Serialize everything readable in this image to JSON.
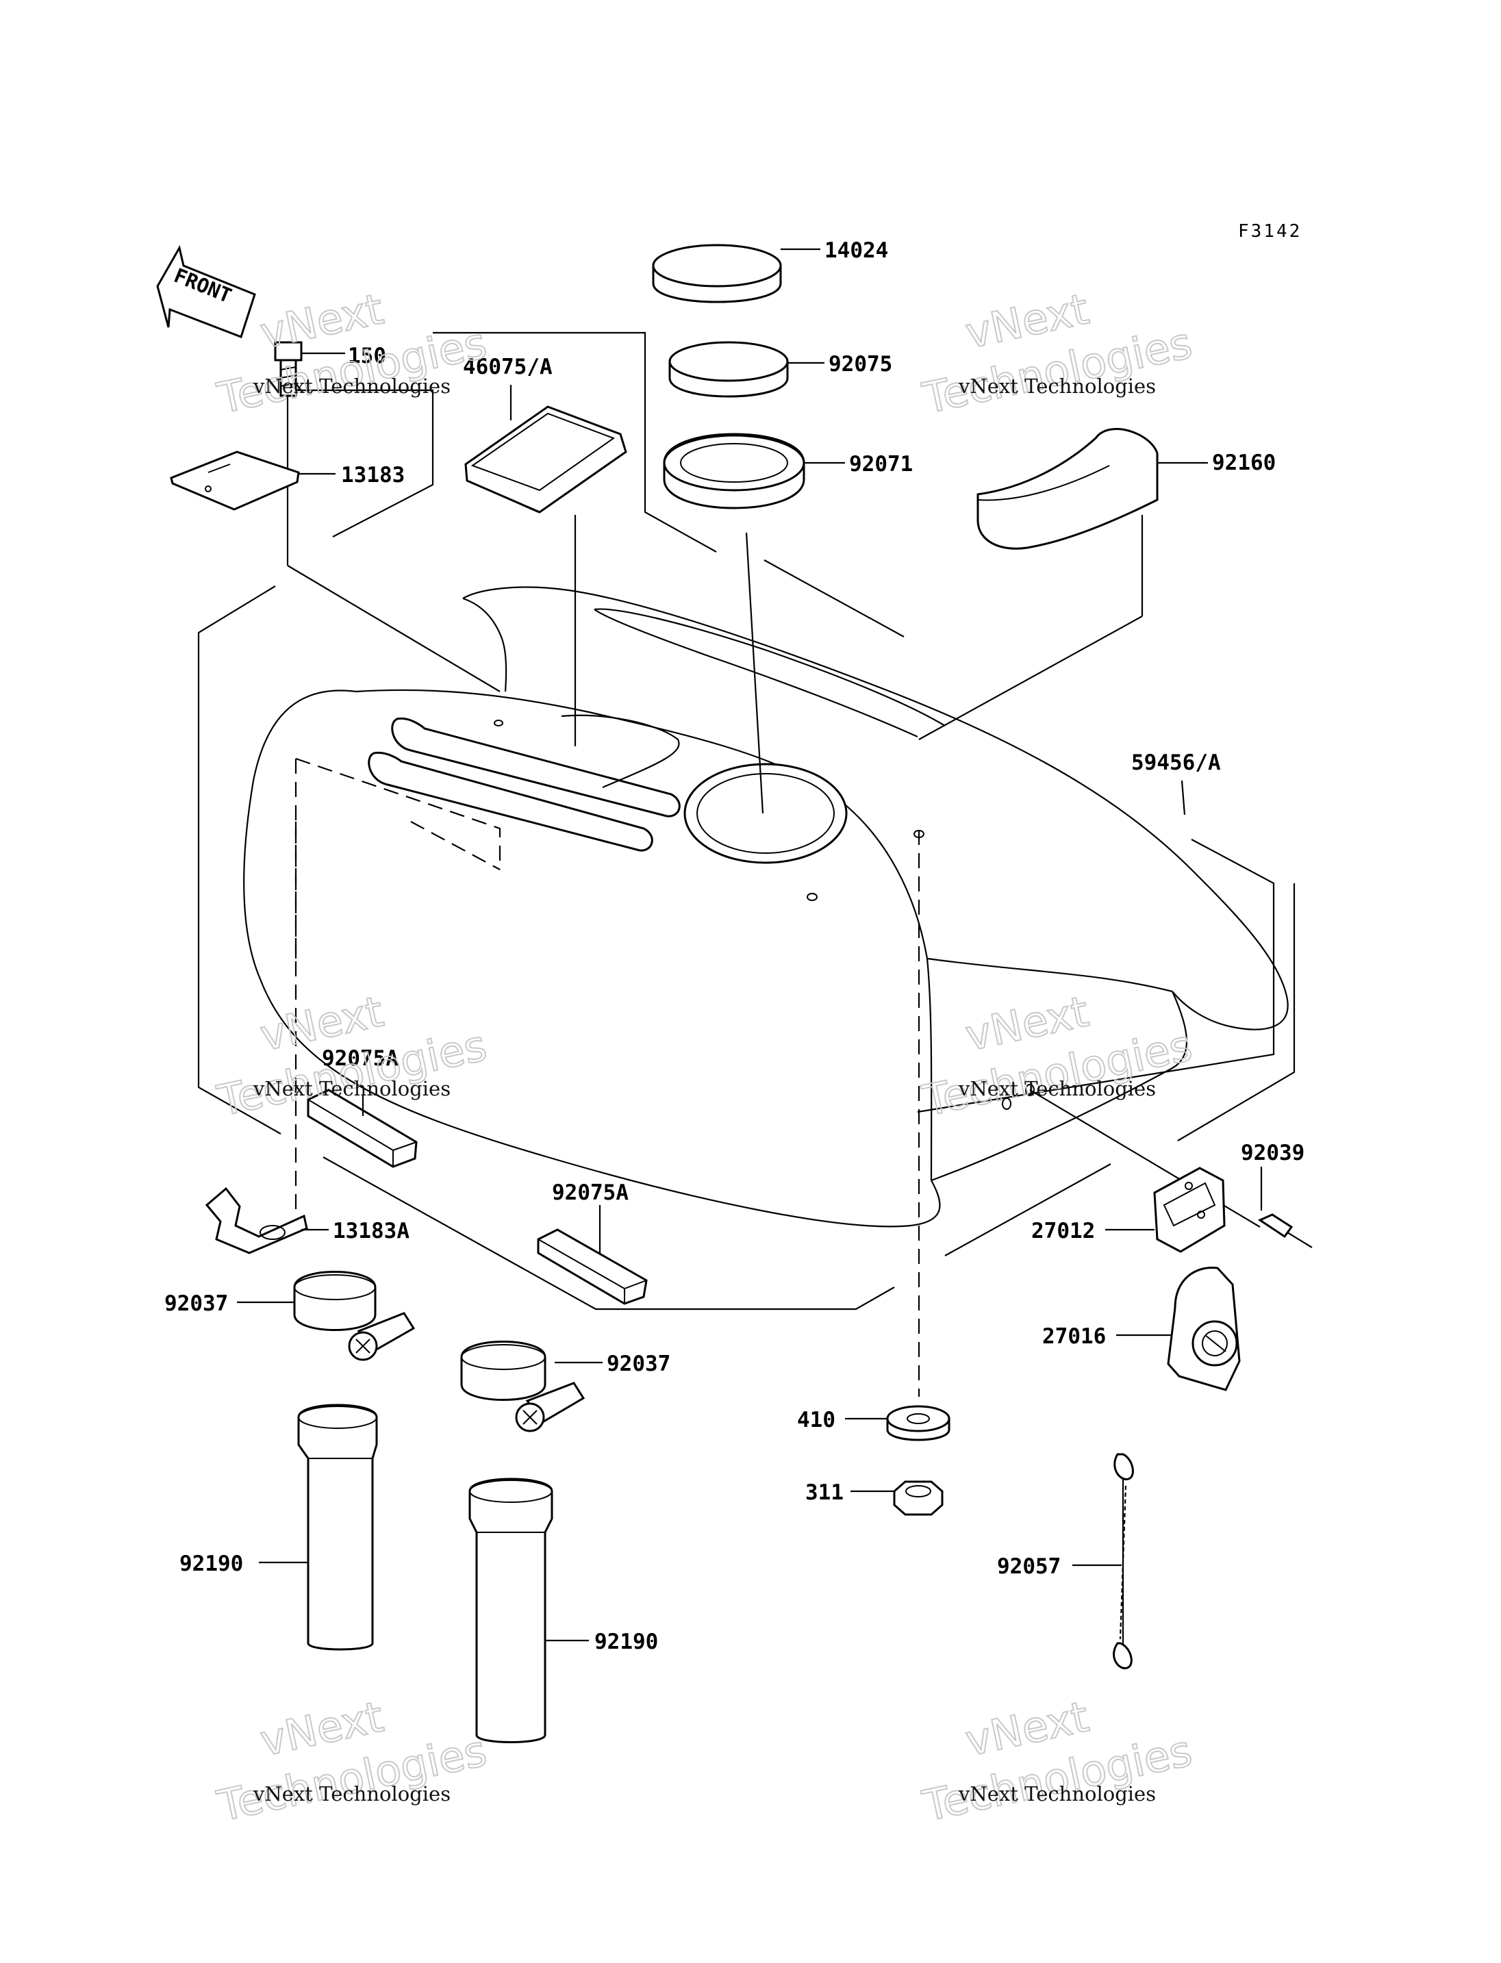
{
  "figure_code": "F3142",
  "front_arrow_text": "FRONT",
  "watermark": {
    "line1": "vNext",
    "line2": "Technologies",
    "caption": "vNext Technologies"
  },
  "parts": [
    {
      "id": "p-14024",
      "number": "14024"
    },
    {
      "id": "p-92075",
      "number": "92075"
    },
    {
      "id": "p-92071",
      "number": "92071"
    },
    {
      "id": "p-92160",
      "number": "92160"
    },
    {
      "id": "p-46075A",
      "number": "46075/A"
    },
    {
      "id": "p-150",
      "number": "150"
    },
    {
      "id": "p-13183",
      "number": "13183"
    },
    {
      "id": "p-59456A",
      "number": "59456/A"
    },
    {
      "id": "p-92075A-1",
      "number": "92075A"
    },
    {
      "id": "p-92075A-2",
      "number": "92075A"
    },
    {
      "id": "p-13183A",
      "number": "13183A"
    },
    {
      "id": "p-92037-1",
      "number": "92037"
    },
    {
      "id": "p-92037-2",
      "number": "92037"
    },
    {
      "id": "p-92190-1",
      "number": "92190"
    },
    {
      "id": "p-92190-2",
      "number": "92190"
    },
    {
      "id": "p-410",
      "number": "410"
    },
    {
      "id": "p-311",
      "number": "311"
    },
    {
      "id": "p-92039",
      "number": "92039"
    },
    {
      "id": "p-27012",
      "number": "27012"
    },
    {
      "id": "p-27016",
      "number": "27016"
    },
    {
      "id": "p-92057",
      "number": "92057"
    }
  ]
}
